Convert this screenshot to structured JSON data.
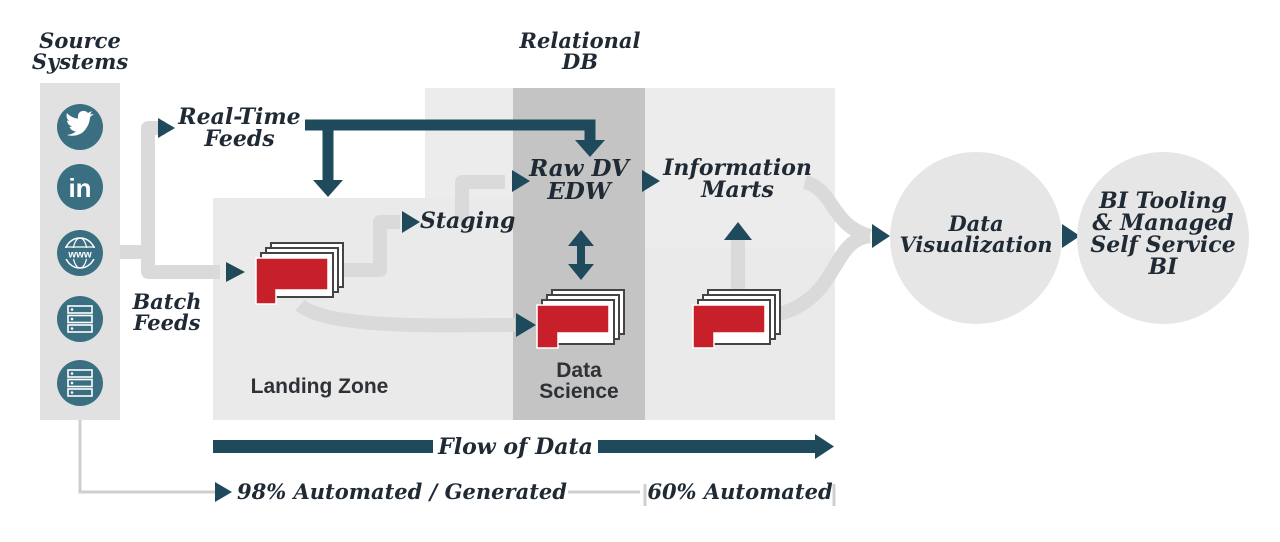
{
  "headers": {
    "source_systems": [
      "Source",
      "Systems"
    ],
    "relational_db": [
      "Relational",
      "DB"
    ]
  },
  "sources": [
    {
      "icon": "twitter-icon"
    },
    {
      "icon": "linkedin-icon"
    },
    {
      "icon": "www-icon"
    },
    {
      "icon": "server-icon"
    },
    {
      "icon": "server-icon"
    }
  ],
  "source_icons_text": {
    "linkedin": "in",
    "www": "www"
  },
  "feeds": {
    "realtime": [
      "Real-Time",
      "Feeds"
    ],
    "batch": [
      "Batch",
      "Feeds"
    ]
  },
  "nodes": {
    "staging": "Staging",
    "raw_dv": [
      "Raw DV",
      "EDW"
    ],
    "info_marts": [
      "Information",
      "Marts"
    ],
    "data_viz": [
      "Data",
      "Visualization"
    ],
    "bi_tooling": [
      "BI Tooling",
      "& Managed",
      "Self Service",
      "BI"
    ]
  },
  "zones": {
    "landing": "Landing Zone",
    "data_science": [
      "Data",
      "Science"
    ]
  },
  "footer": {
    "flow": "Flow of Data",
    "automated_generated": "98% Automated / Generated",
    "automated_60": "60% Automated"
  },
  "colors": {
    "navy": "#1f4a5c",
    "teal": "#3a6f82",
    "red": "#c8202a",
    "panel_light": "#ebebeb",
    "panel_mid": "#e2e2e2",
    "panel_dark": "#c3c3c3",
    "circle": "#e6e6e6",
    "connector": "#d8d8d8"
  }
}
